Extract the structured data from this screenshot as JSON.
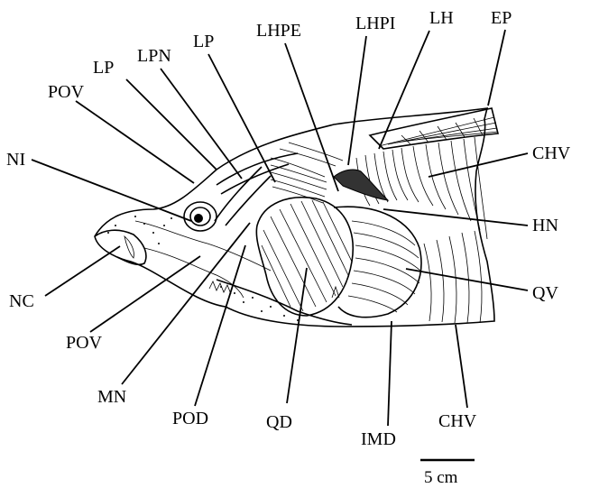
{
  "labels": {
    "lhpe": "LHPE",
    "lhpi": "LHPI",
    "lh": "LH",
    "ep": "EP",
    "lp_top": "LP",
    "lp_left": "LP",
    "lpn": "LPN",
    "pov_top": "POV",
    "ni": "NI",
    "chv_right": "CHV",
    "hn": "HN",
    "qv": "QV",
    "nc": "NC",
    "pov_bottom": "POV",
    "mn": "MN",
    "pod": "POD",
    "qd": "QD",
    "imd": "IMD",
    "chv_bottom": "CHV"
  },
  "scale_bar": {
    "label": "5 cm"
  }
}
